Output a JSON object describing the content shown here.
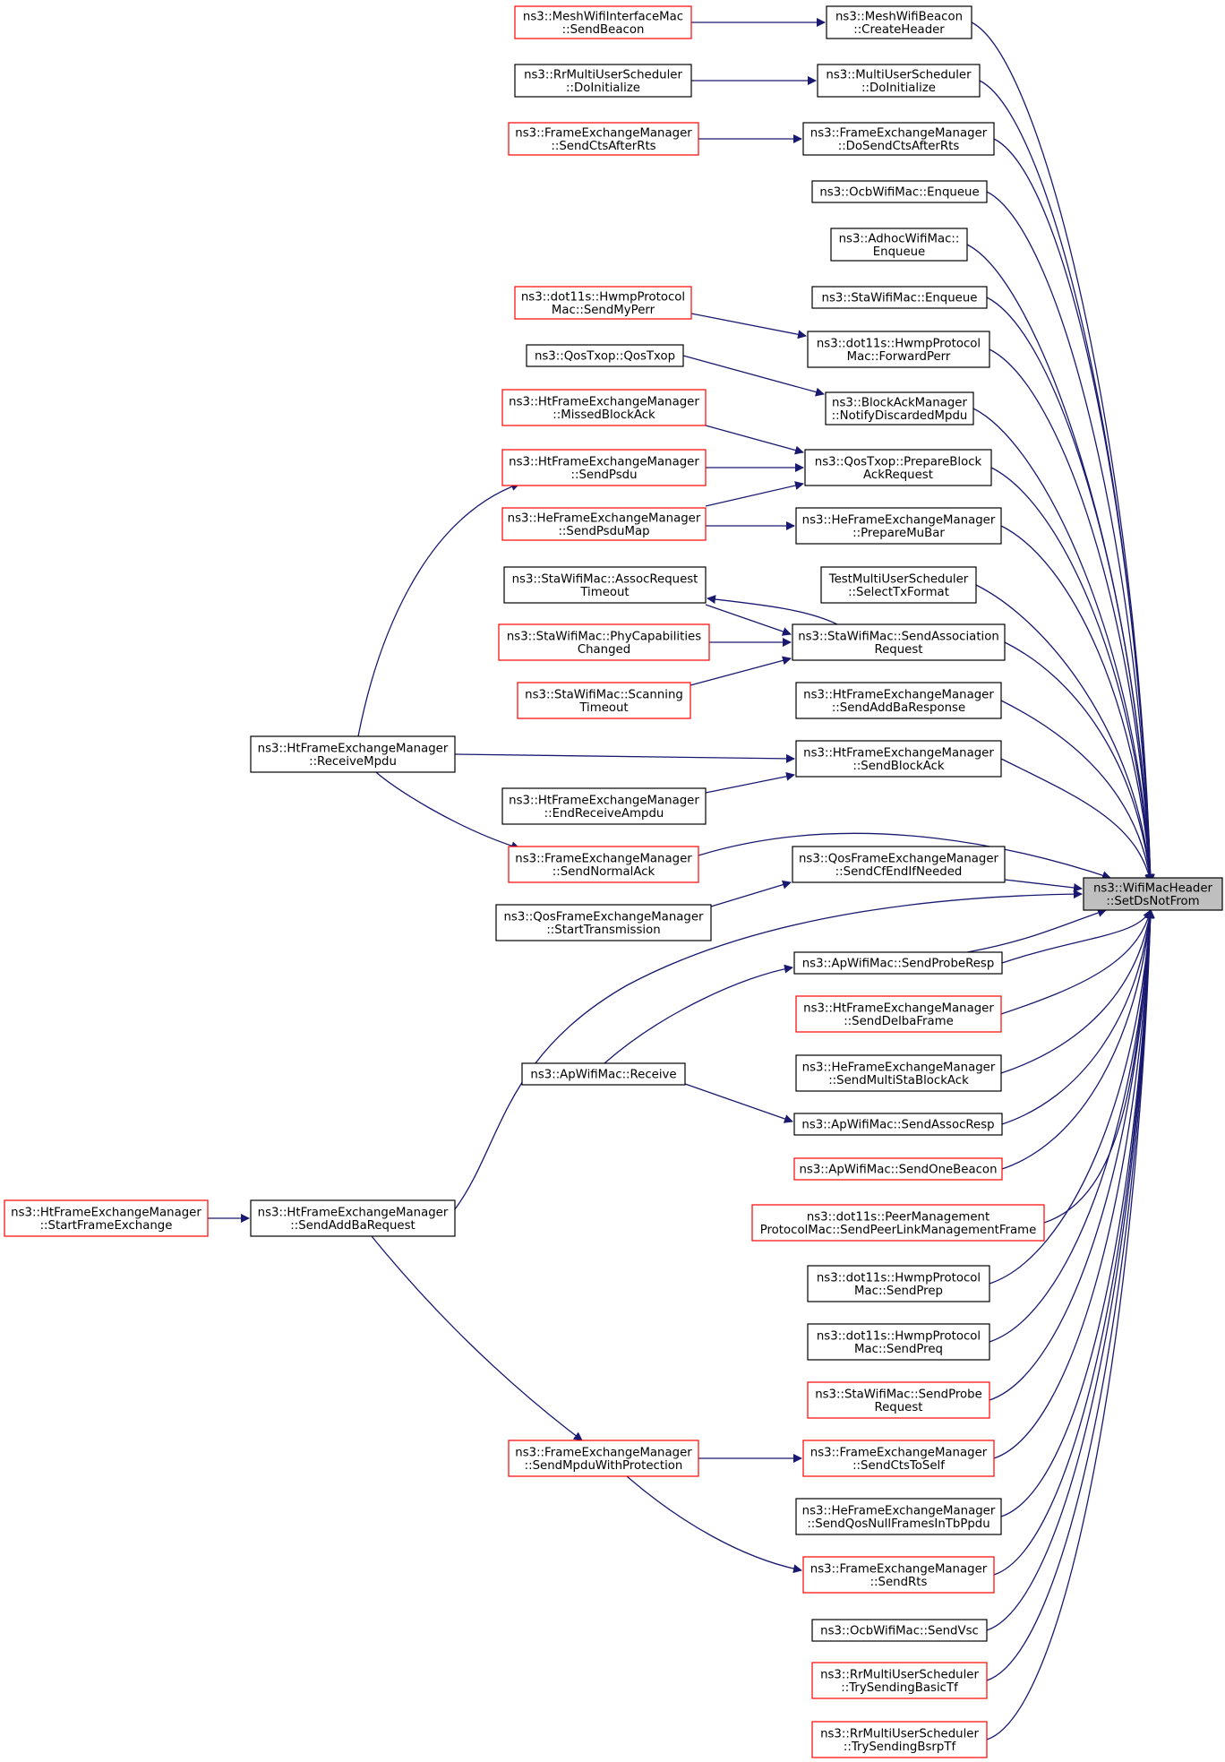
{
  "graph": {
    "target": {
      "line1": "ns3::WifiMacHeader",
      "line2": "::SetDsNotFrom"
    },
    "colors": {
      "edge": "#191970",
      "node_border": "#000000",
      "node_border_incomplete": "#ff0000",
      "target_fill": "#bfbfbf",
      "node_fill": "#ffffff"
    },
    "nodes": [
      {
        "id": "n01",
        "lines": [
          "ns3::MeshWifiInterfaceMac",
          "::SendBeacon"
        ],
        "border": "red"
      },
      {
        "id": "n02",
        "lines": [
          "ns3::MeshWifiBeacon",
          "::CreateHeader"
        ],
        "border": "black"
      },
      {
        "id": "n03",
        "lines": [
          "ns3::RrMultiUserScheduler",
          "::DoInitialize"
        ],
        "border": "black"
      },
      {
        "id": "n04",
        "lines": [
          "ns3::MultiUserScheduler",
          "::DoInitialize"
        ],
        "border": "black"
      },
      {
        "id": "n05",
        "lines": [
          "ns3::FrameExchangeManager",
          "::SendCtsAfterRts"
        ],
        "border": "red"
      },
      {
        "id": "n06",
        "lines": [
          "ns3::FrameExchangeManager",
          "::DoSendCtsAfterRts"
        ],
        "border": "black"
      },
      {
        "id": "n07",
        "lines": [
          "ns3::OcbWifiMac::Enqueue"
        ],
        "border": "black"
      },
      {
        "id": "n08",
        "lines": [
          "ns3::AdhocWifiMac::",
          "Enqueue"
        ],
        "border": "black"
      },
      {
        "id": "n09",
        "lines": [
          "ns3::dot11s::HwmpProtocol",
          "Mac::SendMyPerr"
        ],
        "border": "red"
      },
      {
        "id": "n10",
        "lines": [
          "ns3::StaWifiMac::Enqueue"
        ],
        "border": "black"
      },
      {
        "id": "n11",
        "lines": [
          "ns3::dot11s::HwmpProtocol",
          "Mac::ForwardPerr"
        ],
        "border": "black"
      },
      {
        "id": "n12",
        "lines": [
          "ns3::QosTxop::QosTxop"
        ],
        "border": "black"
      },
      {
        "id": "n13",
        "lines": [
          "ns3::BlockAckManager",
          "::NotifyDiscardedMpdu"
        ],
        "border": "black"
      },
      {
        "id": "n14",
        "lines": [
          "ns3::HtFrameExchangeManager",
          "::MissedBlockAck"
        ],
        "border": "red"
      },
      {
        "id": "n15",
        "lines": [
          "ns3::QosTxop::PrepareBlock",
          "AckRequest"
        ],
        "border": "black"
      },
      {
        "id": "n16",
        "lines": [
          "ns3::HtFrameExchangeManager",
          "::SendPsdu"
        ],
        "border": "red"
      },
      {
        "id": "n17",
        "lines": [
          "ns3::HeFrameExchangeManager",
          "::SendPsduMap"
        ],
        "border": "red"
      },
      {
        "id": "n18",
        "lines": [
          "ns3::HeFrameExchangeManager",
          "::PrepareMuBar"
        ],
        "border": "black"
      },
      {
        "id": "n19",
        "lines": [
          "ns3::StaWifiMac::AssocRequest",
          "Timeout"
        ],
        "border": "black"
      },
      {
        "id": "n20",
        "lines": [
          "TestMultiUserScheduler",
          "::SelectTxFormat"
        ],
        "border": "black"
      },
      {
        "id": "n21",
        "lines": [
          "ns3::StaWifiMac::PhyCapabilities",
          "Changed"
        ],
        "border": "red"
      },
      {
        "id": "n22",
        "lines": [
          "ns3::StaWifiMac::SendAssociation",
          "Request"
        ],
        "border": "black"
      },
      {
        "id": "n23",
        "lines": [
          "ns3::StaWifiMac::Scanning",
          "Timeout"
        ],
        "border": "red"
      },
      {
        "id": "n24",
        "lines": [
          "ns3::HtFrameExchangeManager",
          "::SendAddBaResponse"
        ],
        "border": "black"
      },
      {
        "id": "n25",
        "lines": [
          "ns3::HtFrameExchangeManager",
          "::ReceiveMpdu"
        ],
        "border": "black"
      },
      {
        "id": "n26",
        "lines": [
          "ns3::HtFrameExchangeManager",
          "::SendBlockAck"
        ],
        "border": "black"
      },
      {
        "id": "n27",
        "lines": [
          "ns3::HtFrameExchangeManager",
          "::EndReceiveAmpdu"
        ],
        "border": "black"
      },
      {
        "id": "n28",
        "lines": [
          "ns3::FrameExchangeManager",
          "::SendNormalAck"
        ],
        "border": "red"
      },
      {
        "id": "n29",
        "lines": [
          "ns3::QosFrameExchangeManager",
          "::SendCfEndIfNeeded"
        ],
        "border": "black"
      },
      {
        "id": "n30",
        "lines": [
          "ns3::QosFrameExchangeManager",
          "::StartTransmission"
        ],
        "border": "black"
      },
      {
        "id": "n31",
        "lines": [
          "ns3::ApWifiMac::SendProbeResp"
        ],
        "border": "black"
      },
      {
        "id": "n32",
        "lines": [
          "ns3::HtFrameExchangeManager",
          "::SendDelbaFrame"
        ],
        "border": "red"
      },
      {
        "id": "n33",
        "lines": [
          "ns3::HeFrameExchangeManager",
          "::SendMultiStaBlockAck"
        ],
        "border": "black"
      },
      {
        "id": "n34",
        "lines": [
          "ns3::ApWifiMac::Receive"
        ],
        "border": "black"
      },
      {
        "id": "n35",
        "lines": [
          "ns3::ApWifiMac::SendAssocResp"
        ],
        "border": "black"
      },
      {
        "id": "n36",
        "lines": [
          "ns3::ApWifiMac::SendOneBeacon"
        ],
        "border": "red"
      },
      {
        "id": "n37",
        "lines": [
          "ns3::HtFrameExchangeManager",
          "::StartFrameExchange"
        ],
        "border": "red"
      },
      {
        "id": "n38",
        "lines": [
          "ns3::HtFrameExchangeManager",
          "::SendAddBaRequest"
        ],
        "border": "black"
      },
      {
        "id": "n39",
        "lines": [
          "ns3::dot11s::PeerManagement",
          "ProtocolMac::SendPeerLinkManagementFrame"
        ],
        "border": "red"
      },
      {
        "id": "n40",
        "lines": [
          "ns3::dot11s::HwmpProtocol",
          "Mac::SendPrep"
        ],
        "border": "black"
      },
      {
        "id": "n41",
        "lines": [
          "ns3::dot11s::HwmpProtocol",
          "Mac::SendPreq"
        ],
        "border": "black"
      },
      {
        "id": "n42",
        "lines": [
          "ns3::StaWifiMac::SendProbe",
          "Request"
        ],
        "border": "red"
      },
      {
        "id": "n43",
        "lines": [
          "ns3::FrameExchangeManager",
          "::SendMpduWithProtection"
        ],
        "border": "red"
      },
      {
        "id": "n44",
        "lines": [
          "ns3::FrameExchangeManager",
          "::SendCtsToSelf"
        ],
        "border": "red"
      },
      {
        "id": "n45",
        "lines": [
          "ns3::HeFrameExchangeManager",
          "::SendQosNullFramesInTbPpdu"
        ],
        "border": "black"
      },
      {
        "id": "n46",
        "lines": [
          "ns3::FrameExchangeManager",
          "::SendRts"
        ],
        "border": "red"
      },
      {
        "id": "n47",
        "lines": [
          "ns3::OcbWifiMac::SendVsc"
        ],
        "border": "black"
      },
      {
        "id": "n48",
        "lines": [
          "ns3::RrMultiUserScheduler",
          "::TrySendingBasicTf"
        ],
        "border": "red"
      },
      {
        "id": "n49",
        "lines": [
          "ns3::RrMultiUserScheduler",
          "::TrySendingBsrpTf"
        ],
        "border": "red"
      }
    ]
  }
}
